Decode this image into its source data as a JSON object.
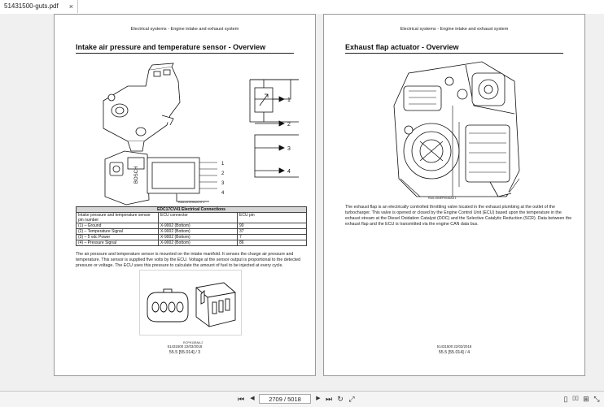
{
  "tab": {
    "title": "51431500-guts.pdf",
    "close": "×"
  },
  "left_page": {
    "running_header": "Electrical systems - Engine intake and exhaust system",
    "heading": "Intake air pressure and temperature sensor - Overview",
    "diagram_pins": [
      "1",
      "2",
      "3",
      "4"
    ],
    "sensor_pins": [
      "1",
      "2",
      "3",
      "4"
    ],
    "sensor_brand": "BOSCH",
    "figure_caption": "RAIL14TRS02070   1",
    "table": {
      "title": "EDC17CV41 Electrical Connections",
      "headers": [
        "Intake pressure and temperature sensor pin number",
        "ECU connector",
        "ECU pin"
      ],
      "rows": [
        [
          "(1) – Ground",
          "X-9002 (Bottom)",
          "90"
        ],
        [
          "(2) – Temperature Signal",
          "X-9002 (Bottom)",
          "37"
        ],
        [
          "(3) – 5 vdc Power",
          "X-9002 (Bottom)",
          "7"
        ],
        [
          "(4) – Pressure Signal",
          "X-9002 (Bottom)",
          "86"
        ]
      ]
    },
    "paragraph": "The air pressure and temperature sensor is mounted on the intake manifold. It senses the charge air pressure and temperature. This sensor is supplied five volts by the ECU. Voltage at the sensor output is proportional to the detected pressure or voltage. The ECU uses this pressure to calculate the amount of fuel to be injected at every cycle.",
    "figure2_caption": "RCPH10BNA   2",
    "footer_code": "51431500 22/03/2018",
    "footer_page": "55.5 [55.014] / 3"
  },
  "right_page": {
    "running_header": "Electrical systems - Engine intake and exhaust system",
    "heading": "Exhaust flap actuator - Overview",
    "figure_caption": "RAIL15NEF0046AA   1",
    "paragraph": "The exhaust flap is an electrically controlled throttling valve located in the exhaust plumbing at the outlet of the turbocharger. This valve is opened or closed by the Engine Control Unit (ECU) based upon the temperature in the exhaust stream at the Diesel Oxidation Catalyst (DOC) and the Selective Catalytic Reduction (SCR). Data between the exhaust flap and the ECU is transmitted via the engine CAN data bus.",
    "footer_code": "51431500 22/03/2018",
    "footer_page": "55.5 [55.014] / 4"
  },
  "toolbar": {
    "first": "⏮",
    "prev": "◀",
    "page_value": "2709 / 5018",
    "next": "▶",
    "last": "⏭",
    "rotate": "↻",
    "fit": "⤢",
    "single_page": "▯",
    "two_page": "▯▯",
    "grid": "⊞",
    "zoom": "⤡"
  }
}
